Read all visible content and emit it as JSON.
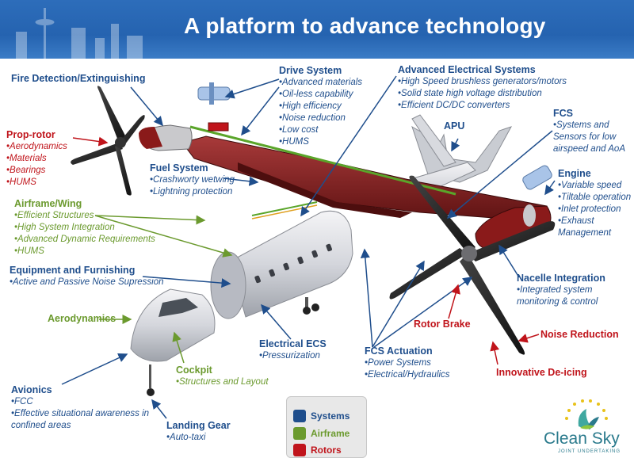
{
  "title": "A platform to advance technology",
  "labels": {
    "fire": {
      "heading": "Fire Detection/Extinguishing",
      "items": []
    },
    "drive": {
      "heading": "Drive System",
      "items": [
        "•Advanced materials",
        "•Oil-less capability",
        "•High efficiency",
        "•Noise reduction",
        "•Low cost",
        "•HUMS"
      ]
    },
    "aes": {
      "heading": "Advanced Electrical Systems",
      "items": [
        "•High Speed brushless generators/motors",
        "•Solid state high voltage distribution",
        "•Efficient DC/DC converters"
      ]
    },
    "prop": {
      "heading": "Prop-rotor",
      "items": [
        "•Aerodynamics",
        "•Materials",
        "•Bearings",
        "•HUMS"
      ]
    },
    "apu": {
      "heading": "APU",
      "items": []
    },
    "fcs": {
      "heading": "FCS",
      "items": [
        "•Systems and",
        "Sensors for low",
        "airspeed and AoA"
      ]
    },
    "fuel": {
      "heading": "Fuel System",
      "items": [
        "•Crashworty wetwing",
        "•Lightning protection"
      ]
    },
    "engine": {
      "heading": "Engine",
      "items": [
        "•Variable speed",
        "•Tiltable operation",
        "•Inlet protection",
        "•Exhaust",
        "Management"
      ]
    },
    "airframe": {
      "heading": "Airframe/Wing",
      "items": [
        "•Efficient Structures",
        "•High System Integration",
        "•Advanced Dynamic Requirements",
        "•HUMS"
      ]
    },
    "equip": {
      "heading": "Equipment and Furnishing",
      "items": [
        "•Active and Passive Noise Supression"
      ]
    },
    "nacelle": {
      "heading": "Nacelle Integration",
      "items": [
        "•Integrated system",
        "monitoring & control"
      ]
    },
    "aero": {
      "heading": "Aerodynamics",
      "items": []
    },
    "rotorbrake": {
      "heading": "Rotor Brake",
      "items": []
    },
    "noise": {
      "heading": "Noise Reduction",
      "items": []
    },
    "ecs": {
      "heading": "Electrical ECS",
      "items": [
        "•Pressurization"
      ]
    },
    "fcsact": {
      "heading": "FCS Actuation",
      "items": [
        "•Power Systems",
        "•Electrical/Hydraulics"
      ]
    },
    "cockpit": {
      "heading": "Cockpit",
      "items": [
        "•Structures and Layout"
      ]
    },
    "deicing": {
      "heading": "Innovative De-icing",
      "items": []
    },
    "avionics": {
      "heading": "Avionics",
      "items": [
        "•FCC",
        "•Effective situational awareness  in",
        "confined areas"
      ]
    },
    "gear": {
      "heading": "Landing Gear",
      "items": [
        "•Auto-taxi"
      ]
    }
  },
  "legend": [
    {
      "label": "Systems",
      "color": "#1f4e8c"
    },
    {
      "label": "Airframe",
      "color": "#6b9a2e"
    },
    {
      "label": "Rotors",
      "color": "#c0141b"
    }
  ],
  "logo": {
    "brand": "Clean Sky",
    "sub": "JOINT UNDERTAKING"
  },
  "colors": {
    "systems": "#1f4e8c",
    "airframe": "#6b9a2e",
    "rotors": "#c0141b",
    "header": "#2d6dba"
  }
}
